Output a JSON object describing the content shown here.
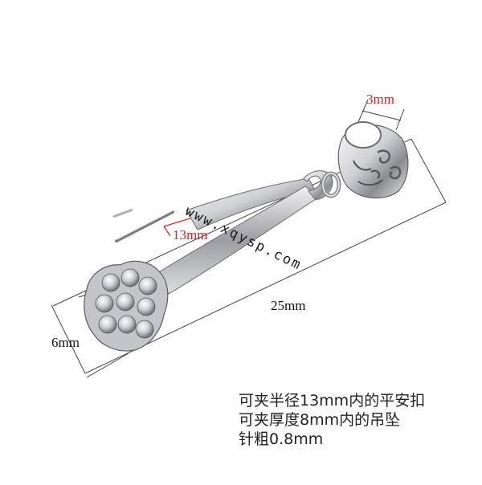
{
  "labels": {
    "bail_width": "3mm",
    "clip_opening": "13mm",
    "total_length": "25mm",
    "head_width": "6mm"
  },
  "watermark": "www.xqysp.com",
  "notes": [
    "可夹半径13mm内的平安扣",
    "可夹厚度8mm内的吊坠",
    "针粗0.8mm"
  ],
  "colors": {
    "measure_red": "#d6202a",
    "dimension_line": "#333333",
    "metal_light": "#f4f4f6",
    "metal_dark": "#6e6e74"
  }
}
